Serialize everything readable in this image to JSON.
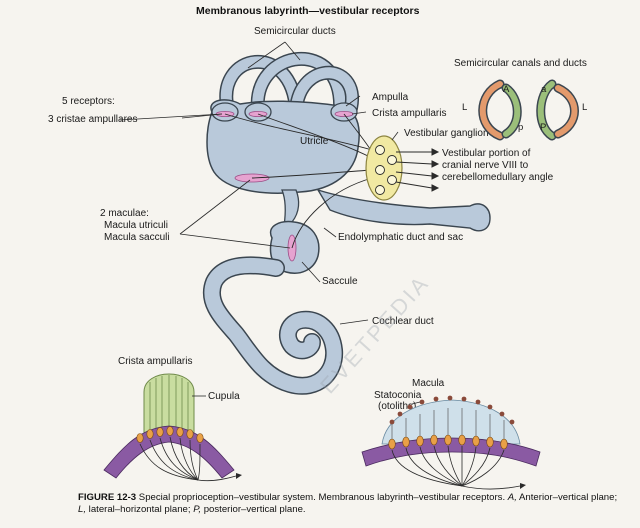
{
  "title": "Membranous labyrinth—vestibular receptors",
  "labels": {
    "semicircular_ducts": "Semicircular ducts",
    "ampulla": "Ampulla",
    "crista_ampullaris": "Crista ampullaris",
    "utricle": "Utricle",
    "vestibular_ganglion": "Vestibular ganglion",
    "nerve_line1": "Vestibular portion of",
    "nerve_line2": "cranial nerve VIII to",
    "nerve_line3": "cerebellomedullary angle",
    "receptors_line1": "5 receptors:",
    "receptors_line2": "3 cristae ampullares",
    "maculae_line1": "2 maculae:",
    "maculae_line2": "Macula utriculi",
    "maculae_line3": "Macula sacculi",
    "endolymphatic": "Endolymphatic duct and sac",
    "saccule": "Saccule",
    "cochlear_duct": "Cochlear duct"
  },
  "inset": {
    "title": "Semicircular canals and ducts",
    "letters": {
      "A": "A",
      "a": "a",
      "L_left": "L",
      "L_right": "L",
      "P": "P",
      "p": "p"
    }
  },
  "crista_detail": {
    "title": "Crista ampullaris",
    "cupula": "Cupula"
  },
  "macula_detail": {
    "title": "Macula",
    "statoconia_line1": "Statoconia",
    "statoconia_line2": "(otoliths)"
  },
  "watermark": "EVETPEDIA",
  "caption": {
    "figure": "FIGURE 12-3",
    "text1": " Special proprioception–vestibular system. Membranous labyrinth–vestibular receptors. ",
    "A": "A,",
    "text2": " Anterior–vertical plane; ",
    "L": "L,",
    "text3": " lateral–horizontal plane; ",
    "P": "P,",
    "text4": " posterior–vertical plane."
  },
  "colors": {
    "labyrinth_fill": "#b9c9da",
    "labyrinth_stroke": "#3b4650",
    "ganglion": "#f1e9a2",
    "macula": "#e6a3d0",
    "hair_cell_orange": "#e9a047",
    "support_purple": "#8a5aa3",
    "cupula_green": "#c9dda0",
    "canal_orange": "#e39a6c",
    "canal_green": "#9bbf7a"
  }
}
